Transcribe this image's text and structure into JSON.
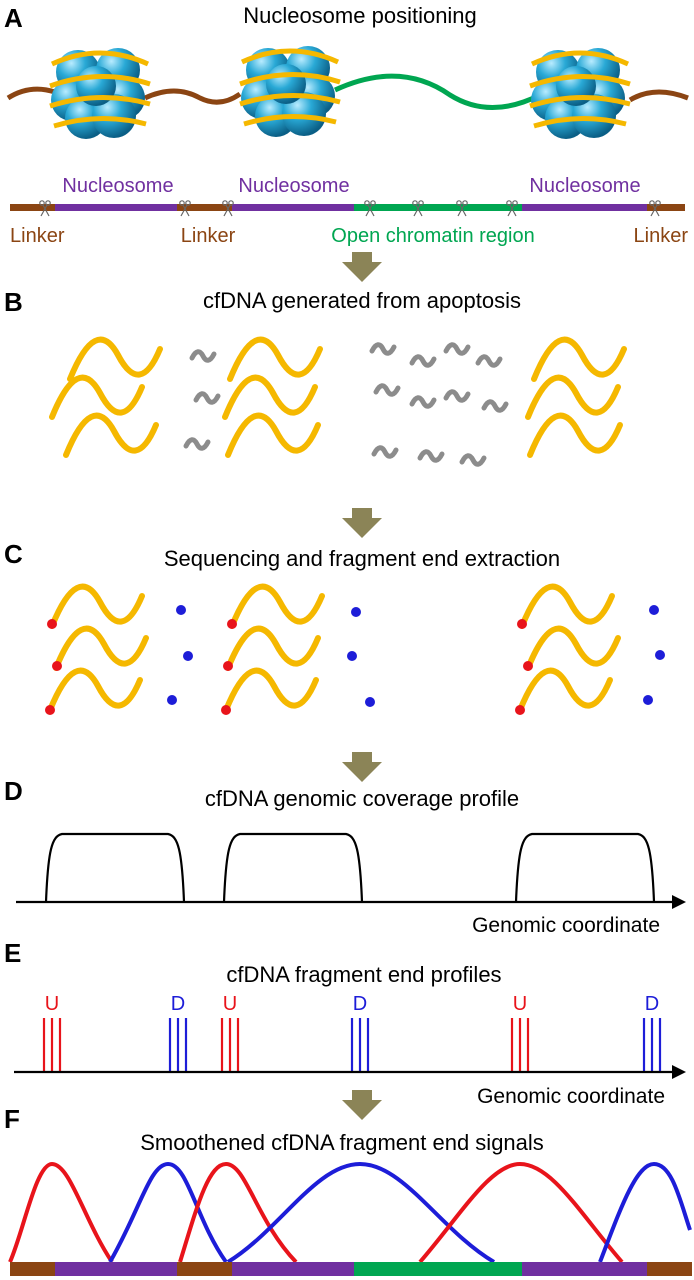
{
  "colors": {
    "histone": "#29a9d6",
    "histone_dark": "#0f6f9a",
    "dna_wrap": "#f5b800",
    "linker": "#8b4513",
    "nucleosome_label": "#7030a0",
    "open_chromatin": "#00a651",
    "fragment_short": "#8c8c8c",
    "arrow": "#8b8457",
    "upstream": "#e8141b",
    "downstream": "#1d1dd8",
    "red_end": "#e8141b",
    "blue_end": "#1d1dd8",
    "axis": "#000000"
  },
  "icons": {
    "cut_site": "scissors-icon",
    "step_arrow": "down-arrow-icon"
  },
  "panels": {
    "a": {
      "letter": "A",
      "title": "Nucleosome positioning",
      "labels": {
        "nucleosome_1": "Nucleosome",
        "nucleosome_2": "Nucleosome",
        "nucleosome_3": "Nucleosome",
        "linker_1": "Linker",
        "linker_2": "Linker",
        "linker_3": "Linker",
        "open": "Open chromatin region"
      }
    },
    "b": {
      "letter": "B",
      "title": "cfDNA generated from apoptosis"
    },
    "c": {
      "letter": "C",
      "title": "Sequencing and fragment end extraction"
    },
    "d": {
      "letter": "D",
      "title": "cfDNA genomic coverage profile",
      "xlabel": "Genomic coordinate"
    },
    "e": {
      "letter": "E",
      "title": "cfDNA fragment end profiles",
      "xlabel": "Genomic coordinate",
      "marks": {
        "u1": "U",
        "d1": "D",
        "u2": "U",
        "d2": "D",
        "u3": "U",
        "d3": "D"
      }
    },
    "f": {
      "letter": "F",
      "title": "Smoothened cfDNA fragment end signals"
    }
  }
}
